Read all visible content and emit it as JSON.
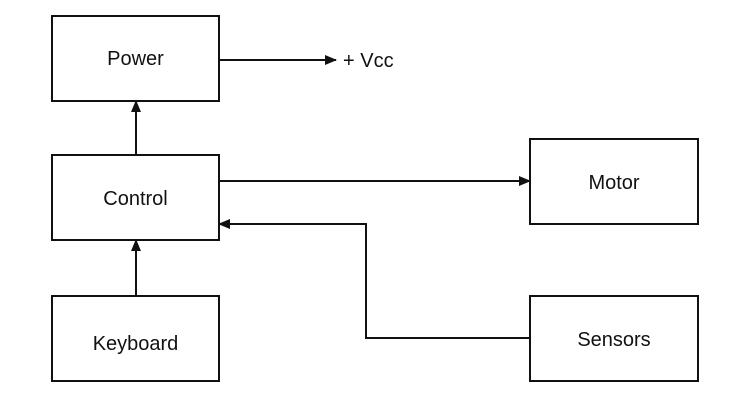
{
  "diagram": {
    "blocks": {
      "power": "Power",
      "control": "Control",
      "keyboard": "Keyboard",
      "motor": "Motor",
      "sensors": "Sensors"
    },
    "output_label": "+ Vcc"
  },
  "colors": {
    "line": "#111111",
    "background": "#ffffff"
  }
}
